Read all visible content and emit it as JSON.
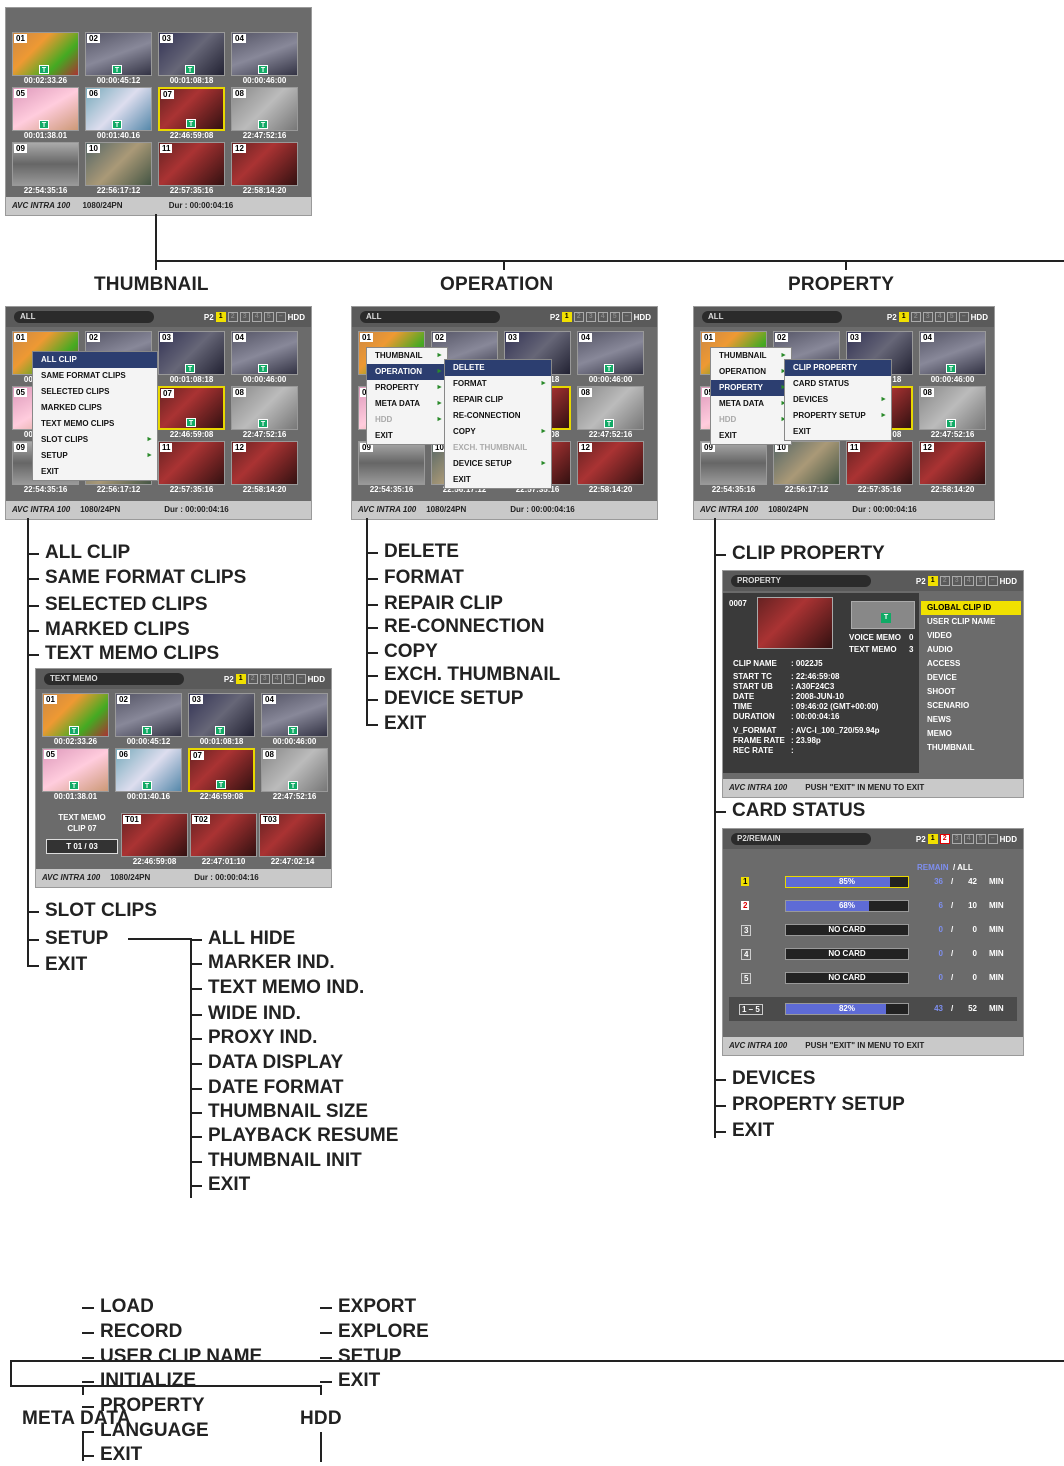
{
  "top_screen": {
    "thumbs": [
      {
        "num": "01",
        "tc": "00:02:33.26",
        "ph": "ph-a"
      },
      {
        "num": "02",
        "tc": "00:00:45:12",
        "ph": "ph-b"
      },
      {
        "num": "03",
        "tc": "00:01:08:18",
        "ph": "ph-c"
      },
      {
        "num": "04",
        "tc": "00:00:46:00",
        "ph": "ph-b"
      },
      {
        "num": "05",
        "tc": "00:01:38.01",
        "ph": "ph-d"
      },
      {
        "num": "06",
        "tc": "00:01:40.16",
        "ph": "ph-e"
      },
      {
        "num": "07",
        "tc": "22:46:59:08",
        "ph": "ph-f"
      },
      {
        "num": "08",
        "tc": "22:47:52:16",
        "ph": "ph-g"
      },
      {
        "num": "09",
        "tc": "22:54:35:16",
        "ph": "ph-h"
      },
      {
        "num": "10",
        "tc": "22:56:17:12",
        "ph": "ph-i"
      },
      {
        "num": "11",
        "tc": "22:57:35:16",
        "ph": "ph-f"
      },
      {
        "num": "12",
        "tc": "22:58:14:20",
        "ph": "ph-f"
      }
    ],
    "logo": "AVC INTRA 100",
    "format": "1080/24PN",
    "duration": "Dur : 00:00:04:16"
  },
  "headers": {
    "thumbnail": "THUMBNAIL",
    "operation": "OPERATION",
    "property": "PROPERTY",
    "meta_data": "META DATA",
    "hdd": "HDD"
  },
  "screen_common": {
    "all": "ALL",
    "p2": "P2",
    "hdd": "HDD",
    "slots": [
      "1",
      "2",
      "3",
      "4",
      "5"
    ]
  },
  "thumbnail_menu": [
    "ALL CLIP",
    "SAME FORMAT CLIPS",
    "SELECTED CLIPS",
    "MARKED CLIPS",
    "TEXT MEMO CLIPS",
    "SLOT CLIPS",
    "SETUP",
    "EXIT"
  ],
  "main_menu": [
    "THUMBNAIL",
    "OPERATION",
    "PROPERTY",
    "META DATA",
    "HDD",
    "EXIT"
  ],
  "operation_menu": [
    "DELETE",
    "FORMAT",
    "REPAIR CLIP",
    "RE-CONNECTION",
    "COPY",
    "EXCH. THUMBNAIL",
    "DEVICE SETUP",
    "EXIT"
  ],
  "property_menu": [
    "CLIP PROPERTY",
    "CARD STATUS",
    "DEVICES",
    "PROPERTY SETUP",
    "EXIT"
  ],
  "thumbnail_tree": [
    "ALL CLIP",
    "SAME FORMAT CLIPS",
    "SELECTED CLIPS",
    "MARKED CLIPS",
    "TEXT MEMO CLIPS",
    "SLOT CLIPS",
    "SETUP",
    "EXIT"
  ],
  "setup_tree": [
    "ALL HIDE",
    "MARKER IND.",
    "TEXT MEMO IND.",
    "WIDE IND.",
    "PROXY IND.",
    "DATA DISPLAY",
    "DATE FORMAT",
    "THUMBNAIL SIZE",
    "PLAYBACK RESUME",
    "THUMBNAIL INIT",
    "EXIT"
  ],
  "operation_tree": [
    "DELETE",
    "FORMAT",
    "REPAIR CLIP",
    "RE-CONNECTION",
    "COPY",
    "EXCH. THUMBNAIL",
    "DEVICE SETUP",
    "EXIT"
  ],
  "property_tree": [
    "CLIP PROPERTY",
    "CARD STATUS",
    "DEVICES",
    "PROPERTY SETUP",
    "EXIT"
  ],
  "meta_tree": [
    "LOAD",
    "RECORD",
    "USER CLIP NAME",
    "INITIALIZE",
    "PROPERTY",
    "LANGUAGE",
    "EXIT"
  ],
  "hdd_tree": [
    "EXPORT",
    "EXPLORE",
    "SETUP",
    "EXIT"
  ],
  "text_memo_screen": {
    "title": "TEXT MEMO",
    "info_line1": "TEXT MEMO",
    "info_line2": "CLIP 07",
    "counter": "T 01  /  03",
    "memos": [
      {
        "num": "T01",
        "tc": "22:46:59:08"
      },
      {
        "num": "T02",
        "tc": "22:47:01:10"
      },
      {
        "num": "T03",
        "tc": "22:47:02:14"
      }
    ]
  },
  "clip_property_screen": {
    "title": "PROPERTY",
    "clip_no": "0007",
    "voice_memo_label": "VOICE MEMO",
    "voice_memo": "0",
    "text_memo_label": "TEXT MEMO",
    "text_memo": "3",
    "fields": [
      {
        "k": "CLIP NAME",
        "v": ": 0022J5"
      },
      {
        "k": "START TC",
        "v": ": 22:46:59:08"
      },
      {
        "k": "START UB",
        "v": ": A30F24C3"
      },
      {
        "k": "DATE",
        "v": ": 2008-JUN-10"
      },
      {
        "k": "TIME",
        "v": ": 09:46:02 (GMT+00:00)"
      },
      {
        "k": "DURATION",
        "v": ": 00:00:04:16"
      },
      {
        "k": "V_FORMAT",
        "v": ": AVC-I_100_720/59.94p"
      },
      {
        "k": "FRAME RATE",
        "v": ": 23.98p"
      },
      {
        "k": "REC RATE",
        "v": ":"
      }
    ],
    "list": [
      "GLOBAL CLIP ID",
      "USER CLIP NAME",
      "VIDEO",
      "AUDIO",
      "ACCESS",
      "DEVICE",
      "SHOOT",
      "SCENARIO",
      "NEWS",
      "MEMO",
      "THUMBNAIL"
    ],
    "footer": "PUSH \"EXIT\" IN MENU TO EXIT"
  },
  "card_status_screen": {
    "title": "P2/REMAIN",
    "remain_label": "REMAIN",
    "all_label": "/ ALL",
    "rows": [
      {
        "slot": "1",
        "text": "85%",
        "fill": 0.85,
        "remain": "36",
        "all": "42",
        "unit": "MIN"
      },
      {
        "slot": "2",
        "text": "68%",
        "fill": 0.68,
        "remain": "6",
        "all": "10",
        "unit": "MIN"
      },
      {
        "slot": "3",
        "text": "NO CARD",
        "fill": 0,
        "remain": "0",
        "all": "0",
        "unit": "MIN"
      },
      {
        "slot": "4",
        "text": "NO CARD",
        "fill": 0,
        "remain": "0",
        "all": "0",
        "unit": "MIN"
      },
      {
        "slot": "5",
        "text": "NO CARD",
        "fill": 0,
        "remain": "0",
        "all": "0",
        "unit": "MIN"
      }
    ],
    "total": {
      "slot": "1 – 5",
      "text": "82%",
      "fill": 0.82,
      "remain": "43",
      "all": "52",
      "unit": "MIN"
    },
    "footer": "PUSH \"EXIT\" IN MENU TO EXIT"
  }
}
